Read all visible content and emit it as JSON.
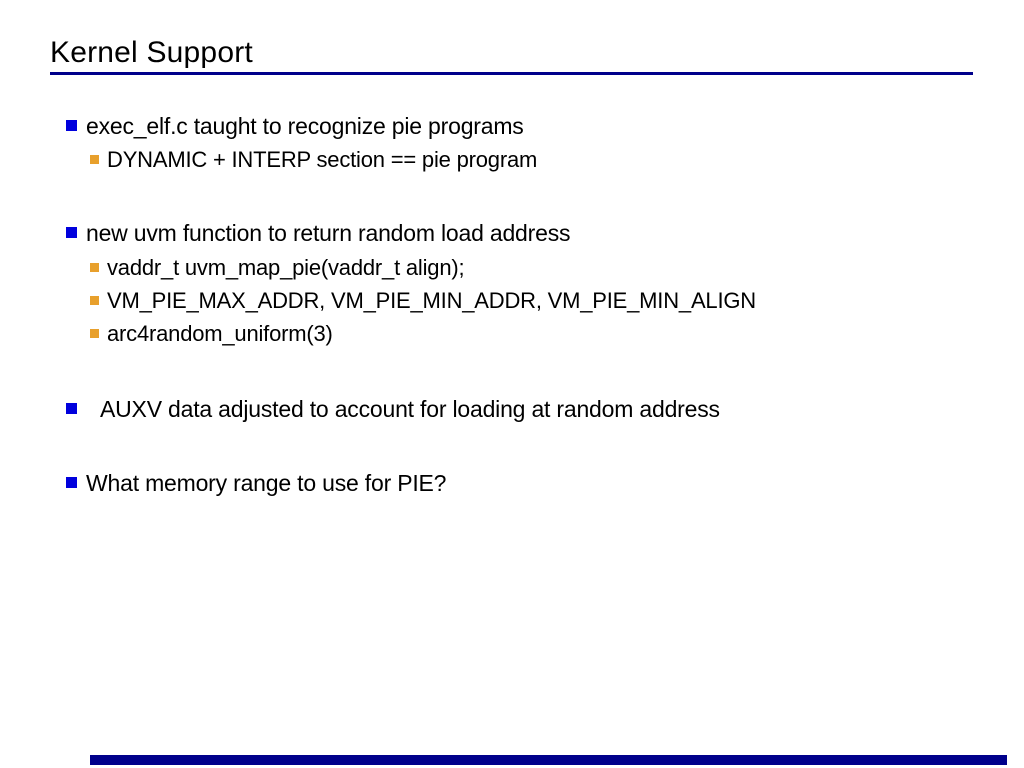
{
  "slide": {
    "title": "Kernel Support",
    "colors": {
      "background": "#ffffff",
      "text": "#000000",
      "title_rule": "#00008b",
      "bullet_level1": "#0000dd",
      "bullet_level2": "#e8a02c",
      "progress_bar": "#00008b"
    },
    "bullets": [
      {
        "level": 1,
        "text": "exec_elf.c taught to recognize pie programs"
      },
      {
        "level": 2,
        "text": "DYNAMIC + INTERP section == pie program"
      },
      {
        "level": 1,
        "text": "new uvm function to return random load address"
      },
      {
        "level": 2,
        "text": "vaddr_t uvm_map_pie(vaddr_t align);"
      },
      {
        "level": 2,
        "text": "VM_PIE_MAX_ADDR, VM_PIE_MIN_ADDR, VM_PIE_MIN_ALIGN"
      },
      {
        "level": 2,
        "text": "arc4random_uniform(3)"
      },
      {
        "level": 1,
        "text": "AUXV data adjusted to account for loading at random address",
        "extra_indent": true
      },
      {
        "level": 1,
        "text": "What memory range to use for PIE?"
      }
    ]
  }
}
